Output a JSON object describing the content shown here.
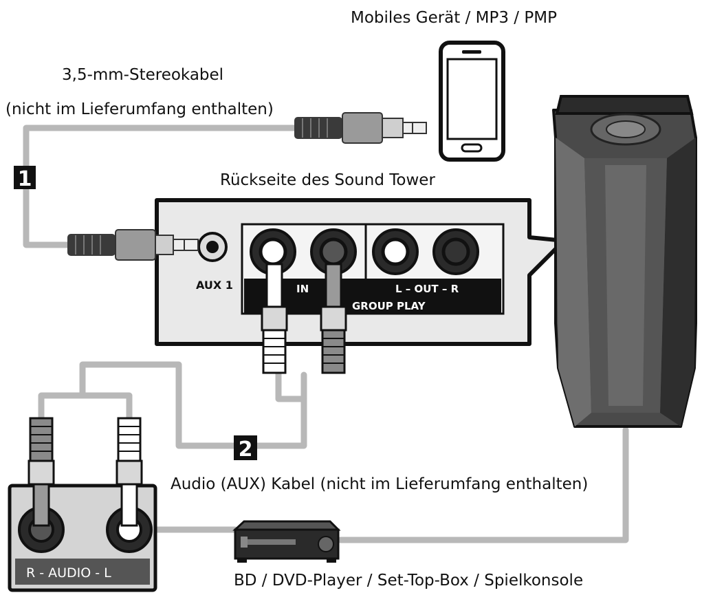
{
  "labels": {
    "mobile_device": "Mobiles Gerät / MP3 / PMP",
    "stereo_cable_line1": "3,5-mm-Stereokabel",
    "stereo_cable_line2": "(nicht im Lieferumfang enthalten)",
    "rear_panel": "Rückseite des Sound Tower",
    "aux_cable": "Audio (AUX) Kabel (nicht im Lieferumfang enthalten)",
    "source_devices": "BD / DVD-Player / Set-Top-Box / Spielkonsole"
  },
  "steps": {
    "step1": "1",
    "step2": "2"
  },
  "panel": {
    "aux1": "AUX 1",
    "in_label": "IN",
    "out_label": "L – OUT – R",
    "group_play": "GROUP PLAY",
    "audio_l": "L",
    "audio_r": "R"
  },
  "source_panel": {
    "label": "R - AUDIO - L"
  },
  "icons": {
    "phone": "smartphone-icon",
    "speaker": "sound-tower-icon",
    "player": "dvd-player-icon",
    "plug": "audio-plug-icon"
  },
  "colors": {
    "cable": "#b8b8b8",
    "panel_border": "#111111",
    "panel_fill": "#e9e9e9",
    "speaker_body": "#4a4a4a",
    "dark": "#1a1a1a"
  }
}
